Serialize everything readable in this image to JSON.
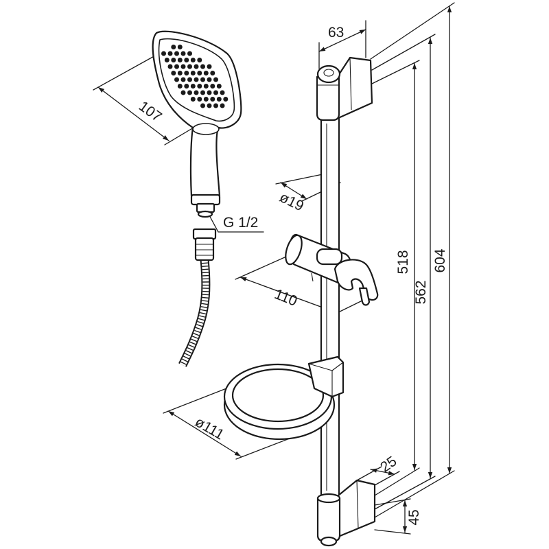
{
  "labels": {
    "bracket_width": "63",
    "head_width": "107",
    "rod_diameter": "ø19",
    "thread": "G 1/2",
    "dim_518": "518",
    "dim_562": "562",
    "dim_604": "604",
    "holder_length": "110",
    "ring_diameter": "ø111",
    "dim_25": "25",
    "dim_45": "45"
  }
}
